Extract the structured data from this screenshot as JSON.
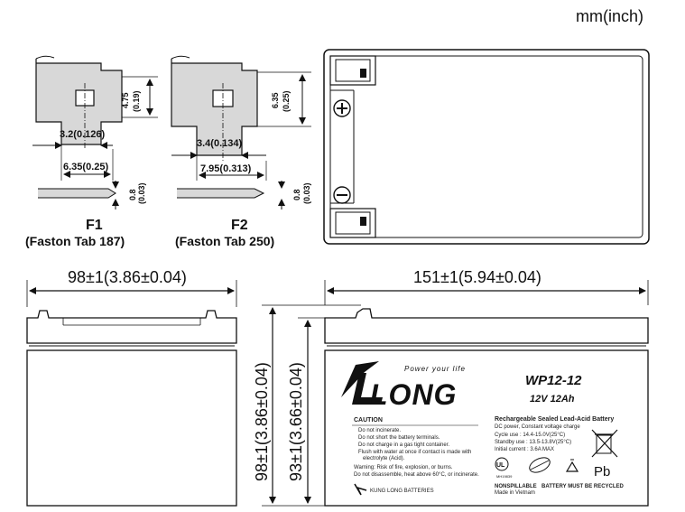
{
  "units": "mm(inch)",
  "f1": {
    "height_dim": "4.75",
    "height_dim_in": "(0.19)",
    "hole_dim": "3.2(0.126)",
    "width_dim": "6.35(0.25)",
    "thick_dim": "0.8",
    "thick_dim_in": "(0.03)",
    "title": "F1",
    "subtitle": "(Faston Tab 187)"
  },
  "f2": {
    "height_dim": "6.35",
    "height_dim_in": "(0.25)",
    "hole_dim": "3.4(0.134)",
    "width_dim": "7.95(0.313)",
    "thick_dim": "0.8",
    "thick_dim_in": "(0.03)",
    "title": "F2",
    "subtitle": "(Faston Tab 250)"
  },
  "top_view": {
    "plus_symbol": "⊕",
    "minus_symbol": "⊖"
  },
  "front_view": {
    "width_dim": "98±1(3.86±0.04)"
  },
  "side_view": {
    "length_dim": "151±1(5.94±0.04)",
    "total_height_dim": "98±1(3.86±0.04)",
    "case_height_dim": "93±1(3.66±0.04)"
  },
  "label": {
    "brand": "LONG",
    "tagline": "Power your life",
    "model": "WP12-12",
    "rating": "12V 12Ah",
    "caution_title": "CAUTION",
    "caution_items": [
      "Do not incinerate.",
      "Do not short the battery terminals.",
      "Do not charge in a gas tight container.",
      "Flush with water at once if contact is made with",
      "electrolyte (Acid)."
    ],
    "warning_lines": [
      "Warning: Risk of fire, explosion, or burns.",
      "Do not disassemble, heat above 60°C, or incinerate."
    ],
    "spec_lines": [
      "Rechargeable Sealed Lead-Acid Battery",
      "DC power, Constant voltage charge",
      "Cycle use : 14.4-15.0V(25°C)",
      "Standby use : 13.5-13.8V(25°C)",
      "Initial current : 3.6A MAX"
    ],
    "manufacturer": "KUNG LONG BATTERIES",
    "nonspill": "NONSPILLABLE",
    "recycle": "BATTERY MUST BE RECYCLED",
    "made_in": "Made in Vietnam",
    "pb": "Pb",
    "ul_code": "MH19839"
  }
}
